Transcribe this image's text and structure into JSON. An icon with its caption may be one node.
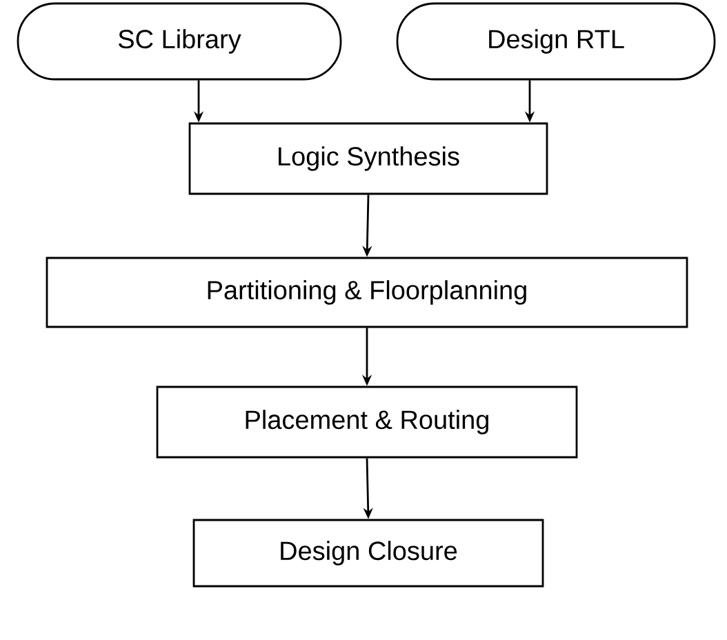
{
  "diagram": {
    "nodes": [
      {
        "text": [
          "SC Library"
        ]
      },
      {
        "text": [
          "Design RTL"
        ]
      },
      {
        "text": [
          "Logic Synthesis"
        ]
      },
      {
        "text": [
          "Partitioning & Floorplanning"
        ]
      },
      {
        "text": [
          "Placement & Routing"
        ]
      },
      {
        "text": [
          "Design Closure"
        ]
      }
    ],
    "edges": [
      {
        "from": 0,
        "to": 2,
        "arrow": "to"
      },
      {
        "from": 1,
        "to": 2,
        "arrow": "to"
      },
      {
        "from": 2,
        "to": 3,
        "arrow": "to"
      },
      {
        "from": 3,
        "to": 4,
        "arrow": "to"
      },
      {
        "from": 4,
        "to": 5,
        "arrow": "to"
      }
    ]
  }
}
